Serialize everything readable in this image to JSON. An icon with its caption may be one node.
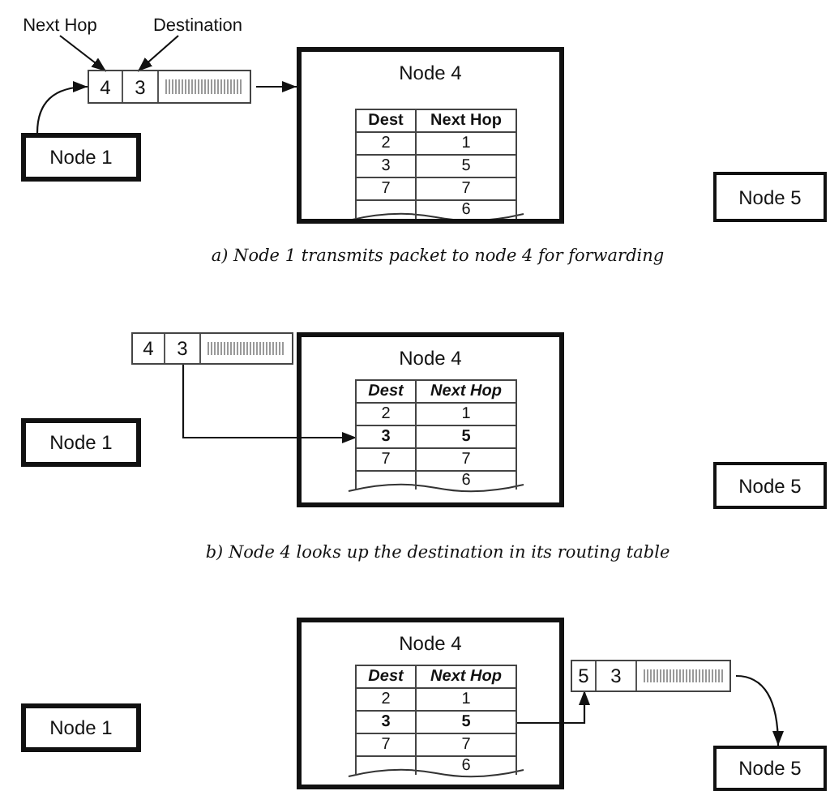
{
  "diagram": {
    "nodes": [
      {
        "text": [
          "Next Hop"
        ]
      },
      {
        "text": [
          "Destination"
        ]
      },
      {
        "text": [],
        "shape": "box"
      },
      {
        "text": [
          "4"
        ],
        "in": 2
      },
      {
        "text": [
          "3"
        ],
        "in": 2
      },
      {
        "text": [],
        "shape": "bar",
        "in": 2
      },
      {
        "text": [
          "Node 1"
        ]
      },
      {
        "text": [
          "Node 4"
        ]
      },
      {
        "text": [],
        "shape": "box",
        "in": 7
      },
      {
        "text": [
          "Dest"
        ],
        "in": 8
      },
      {
        "text": [
          "Next Hop"
        ],
        "in": 8
      },
      {
        "text": [
          "2"
        ],
        "in": 8
      },
      {
        "text": [
          "1"
        ],
        "in": 8
      },
      {
        "text": [
          "3"
        ],
        "in": 8
      },
      {
        "text": [
          "5"
        ],
        "in": 8
      },
      {
        "text": [
          "7"
        ],
        "in": 8
      },
      {
        "text": [
          "7"
        ],
        "in": 8
      },
      {
        "text": [
          "6"
        ],
        "in": 8
      },
      {
        "text": [
          "Node 5"
        ]
      },
      {
        "text": [],
        "shape": "box"
      },
      {
        "text": [
          "4"
        ],
        "in": 19
      },
      {
        "text": [
          "3"
        ],
        "in": 19
      },
      {
        "text": [],
        "shape": "bar",
        "in": 19
      },
      {
        "text": [
          "Node 1"
        ]
      },
      {
        "text": [
          "Node 4"
        ]
      },
      {
        "text": [],
        "shape": "box",
        "in": 24
      },
      {
        "text": [
          "Dest"
        ],
        "in": 25
      },
      {
        "text": [
          "Next Hop"
        ],
        "in": 25
      },
      {
        "text": [
          "2"
        ],
        "in": 25
      },
      {
        "text": [
          "1"
        ],
        "in": 25
      },
      {
        "text": [
          "3"
        ],
        "in": 25
      },
      {
        "text": [
          "5"
        ],
        "in": 25
      },
      {
        "text": [
          "7"
        ],
        "in": 25
      },
      {
        "text": [
          "7"
        ],
        "in": 25
      },
      {
        "text": [
          "6"
        ],
        "in": 25
      },
      {
        "text": [
          "Node 5"
        ]
      },
      {
        "text": [
          "Node 1"
        ]
      },
      {
        "text": [
          "Node 4"
        ]
      },
      {
        "text": [],
        "shape": "box",
        "in": 37
      },
      {
        "text": [
          "Dest"
        ],
        "in": 38
      },
      {
        "text": [
          "Next Hop"
        ],
        "in": 38
      },
      {
        "text": [
          "2"
        ],
        "in": 38
      },
      {
        "text": [
          "1"
        ],
        "in": 38
      },
      {
        "text": [
          "3"
        ],
        "in": 38
      },
      {
        "text": [
          "5"
        ],
        "in": 38
      },
      {
        "text": [
          "7"
        ],
        "in": 38
      },
      {
        "text": [
          "7"
        ],
        "in": 38
      },
      {
        "text": [
          "6"
        ],
        "in": 38
      },
      {
        "text": [],
        "shape": "box"
      },
      {
        "text": [
          "5"
        ],
        "in": 48
      },
      {
        "text": [
          "3"
        ],
        "in": 48
      },
      {
        "text": [],
        "shape": "bar",
        "in": 48
      },
      {
        "text": [
          "Node 5"
        ]
      }
    ],
    "edges": [
      {
        "from": 0,
        "to": 3,
        "arrow": "to"
      },
      {
        "from": 1,
        "to": 4,
        "arrow": "to"
      },
      {
        "from": 6,
        "to": 2,
        "arrow": "to"
      },
      {
        "from": 2,
        "to": 7,
        "arrow": "to"
      },
      {
        "from": 21,
        "to": 30,
        "arrow": "to"
      },
      {
        "from": 44,
        "to": 49,
        "arrow": "to"
      },
      {
        "from": 48,
        "to": 52,
        "arrow": "to"
      }
    ],
    "labels": [
      "a) Node 1 transmits packet to node 4 for forwarding",
      "b) Node 4 looks up the destination in its routing table"
    ]
  }
}
